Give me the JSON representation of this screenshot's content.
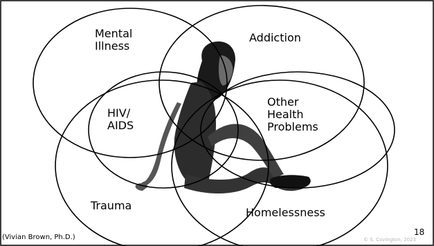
{
  "diagram": {
    "circles": [
      {
        "label": "Mental\nIllness"
      },
      {
        "label": "Addiction"
      },
      {
        "label": "HIV/\nAIDS"
      },
      {
        "label": "Other\nHealth\nProblems"
      },
      {
        "label": "Trauma"
      },
      {
        "label": "Homelessness"
      }
    ],
    "figure": "seated-woman-illustration"
  },
  "footer": {
    "citation": "(Vivian Brown, Ph.D.)",
    "slide_number": "18",
    "copyright": "© S. Covington, 2023"
  },
  "colors": {
    "background": "#ffffff",
    "outline": "#000000",
    "figure_dark": "#3a3a3a",
    "copyright": "#b5b5b5"
  }
}
